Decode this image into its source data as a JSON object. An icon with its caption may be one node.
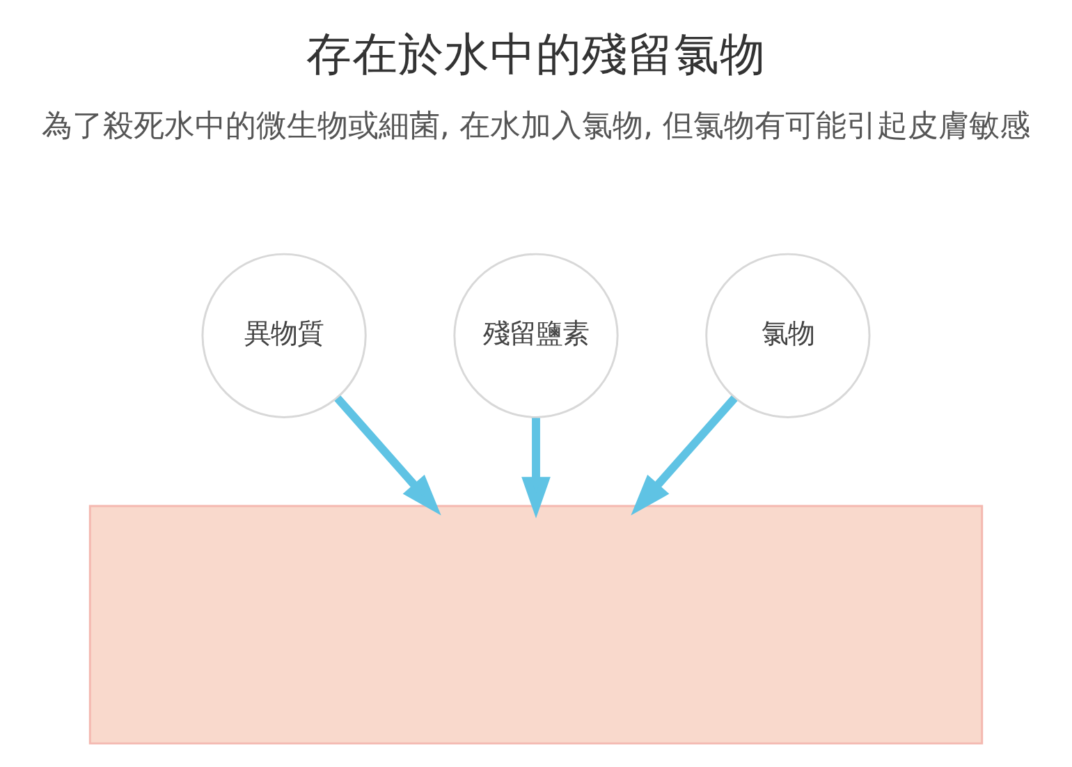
{
  "diagram": {
    "title": "存在於水中的殘留氯物",
    "nodes": [
      {
        "text": [
          "異物質"
        ]
      },
      {
        "text": [
          "殘留鹽素"
        ]
      },
      {
        "text": [
          "氯物"
        ]
      },
      {
        "text": [],
        "shape": "box"
      }
    ],
    "edges": [
      {
        "from": 0,
        "to": 3,
        "arrow": "to"
      },
      {
        "from": 1,
        "to": 3,
        "arrow": "to"
      },
      {
        "from": 2,
        "to": 3,
        "arrow": "to"
      }
    ],
    "labels": [
      "為了殺死水中的微生物或細菌, 在水加入氯物, 但氯物有可能引起皮膚敏感"
    ]
  }
}
